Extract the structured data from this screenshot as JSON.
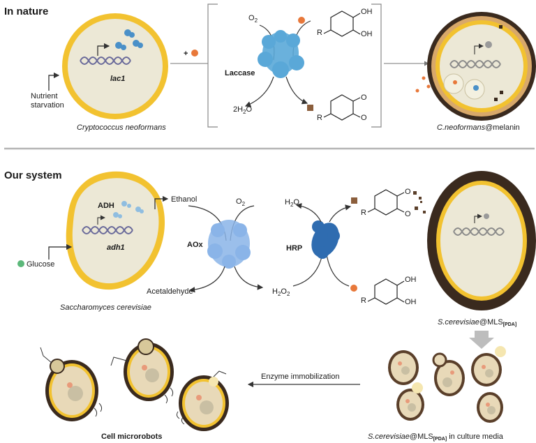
{
  "section_top": {
    "title": "In nature",
    "cell_name": "Cryptococcus neoformans",
    "gene": "lac1",
    "trigger": [
      "Nutrient",
      "starvation"
    ],
    "enzyme": "Laccase",
    "o2": "O",
    "o2_sub": "2",
    "water": "2H",
    "water_sub": "2",
    "water_tail": "O",
    "plus": "+",
    "r_label": "R",
    "oh": "OH",
    "o": "O",
    "result_italic": "C.neoformans",
    "result_plain": "@melanin"
  },
  "section_bottom": {
    "title": "Our system",
    "enzyme1": "ADH",
    "gene": "adh1",
    "glucose": "Glucose",
    "ethanol": "Ethanol",
    "acetaldehyde": "Acetaldehyde",
    "aox": "AOx",
    "o2": "O",
    "o2_sub": "2",
    "h2o": "H",
    "h2o_sub": "2",
    "h2o_tail": "O",
    "h2o2": "H",
    "h2o2_sub1": "2",
    "h2o2_mid": "O",
    "h2o2_sub2": "2",
    "hrp": "HRP",
    "r_label": "R",
    "oh": "OH",
    "o": "O",
    "cell_name": "Saccharomyces cerevisiae",
    "result_italic": "S.cerevisiae",
    "result_plain": "@MLS",
    "result_sub": "[PDA]"
  },
  "section_robots": {
    "immobilization": "Enzyme immobilization",
    "robots": "Cell microrobots",
    "media_italic": "S.cerevisiae",
    "media_plain": "@MLS",
    "media_sub": "[PDA]",
    "media_tail": " in culture media"
  },
  "colors": {
    "cell_fill": "#ece8d6",
    "cell_border": "#f2c230",
    "melanin": "#3a2a1e",
    "protein_blue": "#4a90c8",
    "orange_dot": "#e8783a",
    "green_dot": "#5cb87a",
    "brown_square": "#8b5e3c"
  }
}
